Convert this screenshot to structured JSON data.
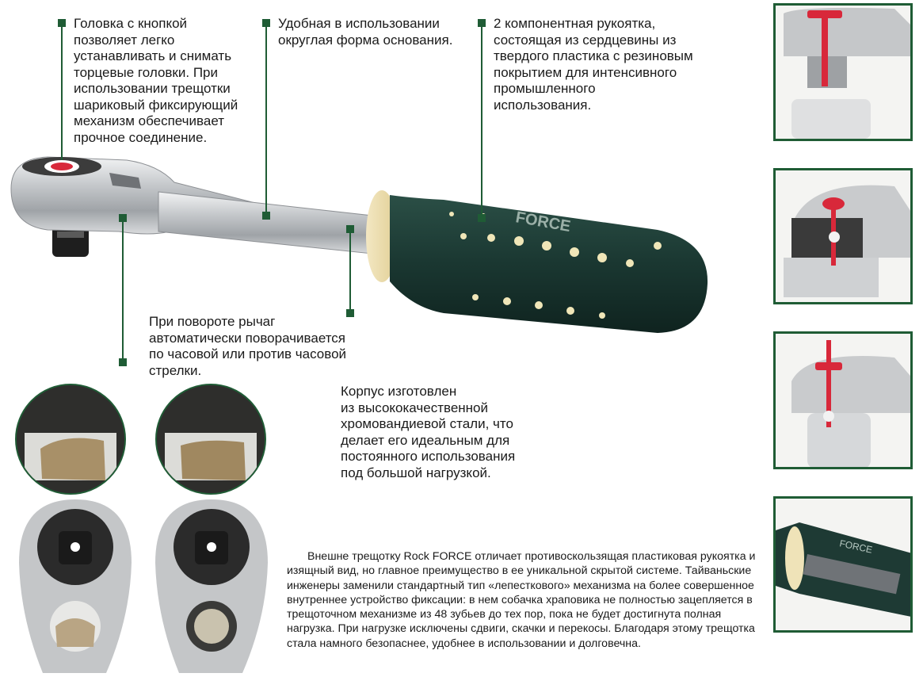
{
  "callouts": {
    "head_button": "Головка с кнопкой\nпозволяет легко\nустанавливать и снимать\nторцевые головки. При\nиспользовании трещотки\nшариковый фиксирующий\nмеханизм обеспечивает\nпрочное соединение.",
    "round_base": "Удобная в использовании\nокруглая форма основания.",
    "handle": "2  компонентная рукоятка,\nсостоящая из сердцевины из\nтвердого пластика с резиновым\nпокрытием для интенсивного\nпромышленного\nиспользования.",
    "lever": "При повороте рычаг\nавтоматически поворачивается\nпо часовой или против часовой\nстрелки.",
    "body_steel": "Корпус изготовлен\nиз высококачественной\nхромовандиевой стали, что\nделает его идеальным для\nпостоянного использования\nпод большой нагрузкой."
  },
  "brand_on_handle": "FORCE",
  "description": "Внешне трещотку Rock FORCE отличает противоскользящая пластиковая рукоятка и изящный вид, но главное преимущество    в ее уникальной скрытой системе. Тайваньские инженеры заменили стандартный тип «лепесткового» механизма на более совершенное внутреннее устройство фиксации: в нем собачка храповика не полностью зацепляется в трещоточном механизме из 48 зубьев до тех пор, пока не будет достигнута полная нагрузка. При нагрузке исключены сдвиги, скачки и перекосы. Благодаря этому трещотка стала намного безопаснее, удобнее в использовании и долговечна.",
  "colors": {
    "accent_green": "#1f5c35",
    "button_red": "#d8283a",
    "handle_dark": "#1d3d36",
    "chrome": "#c9ccd0"
  }
}
